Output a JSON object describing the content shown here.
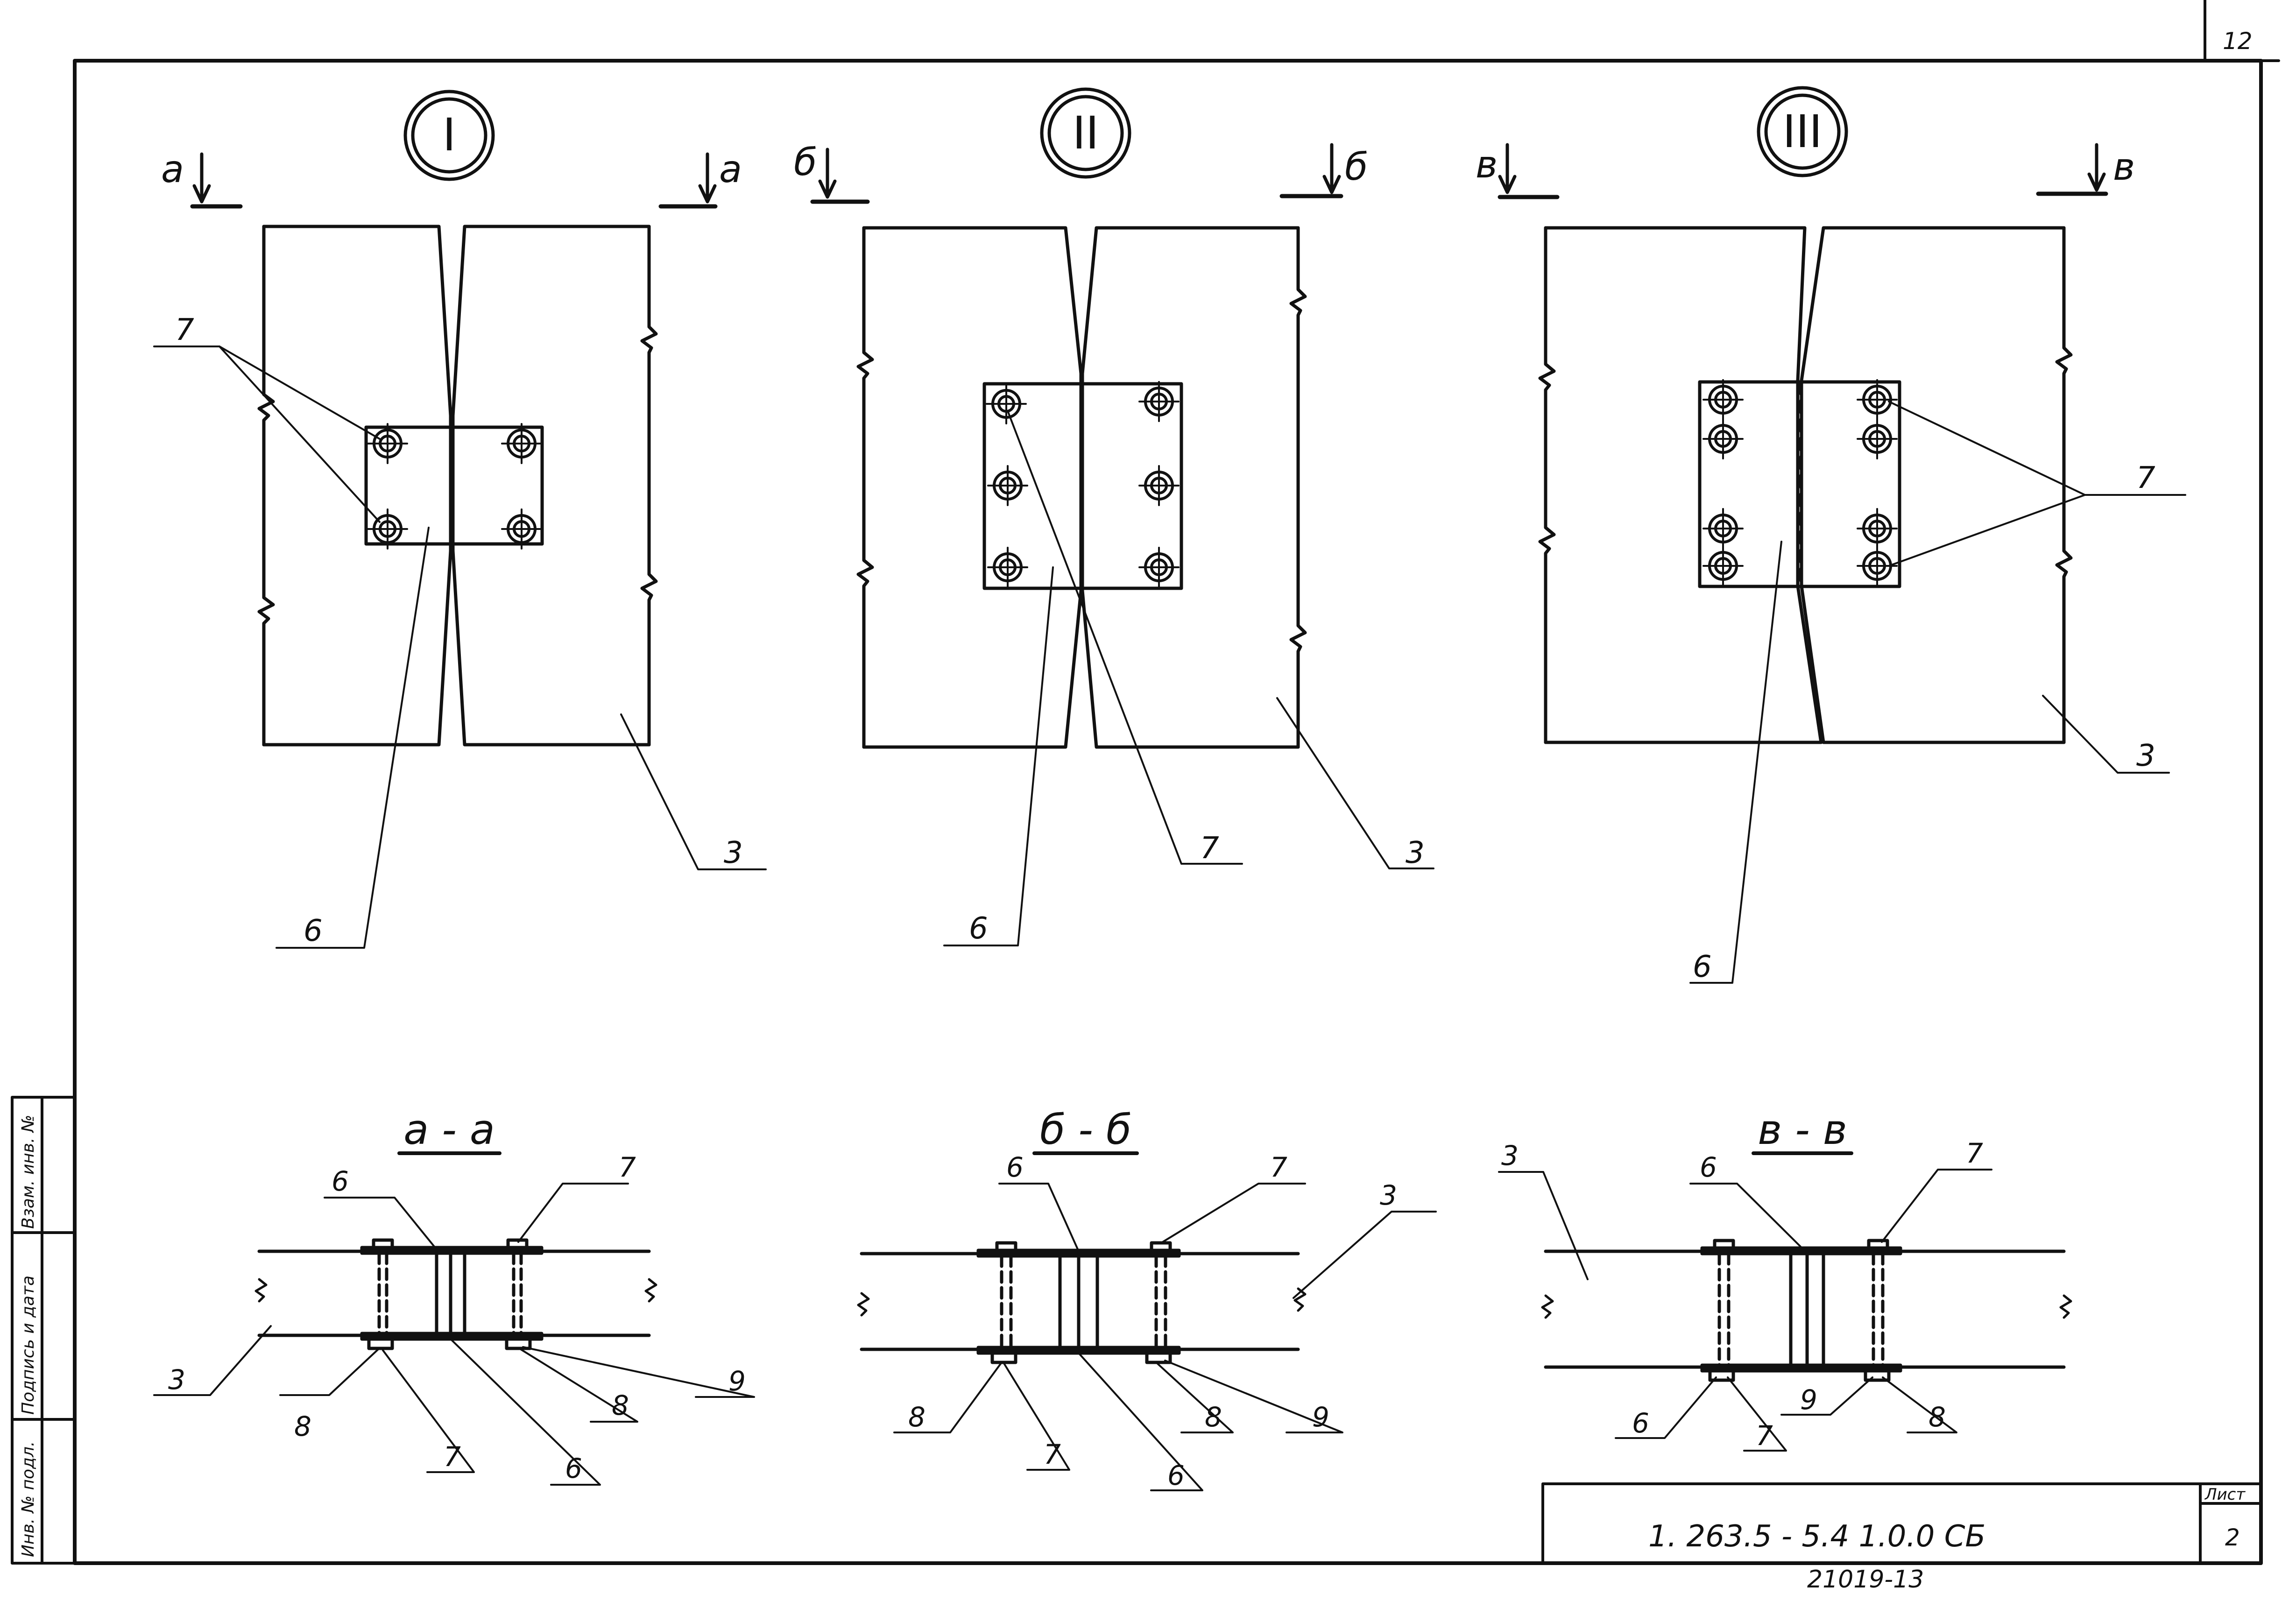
{
  "sheet": {
    "corner_number": "12",
    "list_label": "Лист",
    "list_number": "2"
  },
  "title_block": {
    "designation": "1. 263.5 - 5.4  1.0.0 СБ",
    "bottom_code": "21019-13"
  },
  "side_stamp": [
    "Инв. № подл.",
    "Подпись и дата",
    "Взам. инв. №"
  ],
  "views": {
    "I": {
      "roman": "I",
      "cut_left": "а",
      "cut_right": "а",
      "labels": {
        "bolts": "7",
        "plate": "6",
        "panel": "3"
      }
    },
    "II": {
      "roman": "II",
      "cut_left": "б",
      "cut_right": "б",
      "labels": {
        "bolts": "7",
        "plate": "6",
        "panel": "3"
      }
    },
    "III": {
      "roman": "III",
      "cut_left": "в",
      "cut_right": "в",
      "labels": {
        "bolts": "7",
        "plate": "6",
        "panel": "3"
      }
    }
  },
  "sections": {
    "aa": {
      "title": "а - а",
      "labels": {
        "plate_top": "6",
        "bolt_top": "7",
        "panel": "3",
        "nut_left": "8",
        "bolt_bottom": "7",
        "plate_bottom": "6",
        "nut_right": "8",
        "washer": "9"
      }
    },
    "bb": {
      "title": "б - б",
      "labels": {
        "plate_top": "6",
        "bolt_top": "7",
        "panel": "3",
        "nut_left": "8",
        "bolt_bottom": "7",
        "plate_bottom": "6",
        "nut_right": "8",
        "washer": "9"
      }
    },
    "vv": {
      "title": "в - в",
      "labels": {
        "plate_top": "6",
        "bolt_top": "7",
        "panel": "3",
        "plate_bottom": "6",
        "bolt_bottom": "7",
        "washer": "9",
        "nut_right": "8"
      }
    }
  }
}
